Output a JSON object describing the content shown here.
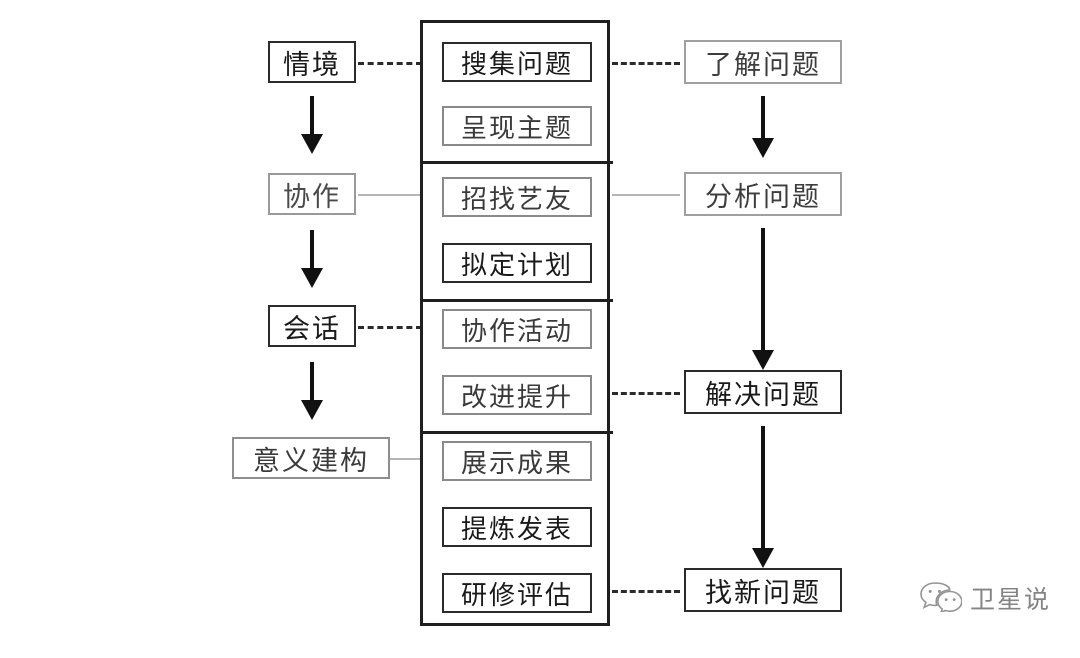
{
  "diagram": {
    "background_color": "#ffffff",
    "line_color": "#2b2b2b",
    "faded_line_color": "#bdbdbd",
    "left_column": {
      "name": "learning-stages",
      "items": [
        {
          "label": "情境"
        },
        {
          "label": "协作"
        },
        {
          "label": "会话"
        },
        {
          "label": "意义建构"
        }
      ]
    },
    "center_column": {
      "name": "activity-flow",
      "groups": [
        {
          "group_index": 1,
          "items": [
            {
              "label": "搜集问题"
            },
            {
              "label": "呈现主题"
            }
          ]
        },
        {
          "group_index": 2,
          "items": [
            {
              "label": "招找艺友"
            },
            {
              "label": "拟定计划"
            }
          ]
        },
        {
          "group_index": 3,
          "items": [
            {
              "label": "协作活动"
            },
            {
              "label": "改进提升"
            }
          ]
        },
        {
          "group_index": 4,
          "items": [
            {
              "label": "展示成果"
            },
            {
              "label": "提炼发表"
            },
            {
              "label": "研修评估"
            }
          ]
        }
      ]
    },
    "right_column": {
      "name": "problem-solving-stages",
      "items": [
        {
          "label": "了解问题"
        },
        {
          "label": "分析问题"
        },
        {
          "label": "解决问题"
        },
        {
          "label": "找新问题"
        }
      ]
    },
    "watermark": {
      "icon": "wechat-logo-icon",
      "text": "卫星说"
    }
  }
}
